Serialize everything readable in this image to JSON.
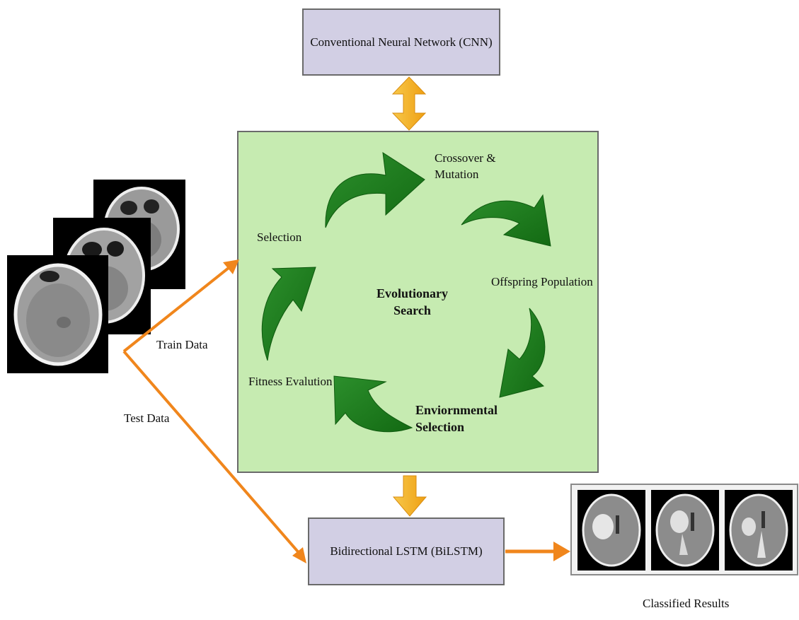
{
  "cnn": {
    "label": "Conventional Neural Network (CNN)"
  },
  "bilstm": {
    "label": "Bidirectional LSTM (BiLSTM)"
  },
  "evolution": {
    "center_title_line1": "Evolutionary",
    "center_title_line2": "Search",
    "stages": {
      "crossover_line1": "Crossover &",
      "crossover_line2": "Mutation",
      "offspring": "Offspring Population",
      "environmental_line1": "Enviornmental",
      "environmental_line2": "Selection",
      "fitness": "Fitness Evalution",
      "selection": "Selection"
    }
  },
  "inputs": {
    "train_label": "Train Data",
    "test_label": "Test Data"
  },
  "output": {
    "label": "Classified Results"
  },
  "colors": {
    "panel_green": "#c6ebb1",
    "cycle_arrow_green": "#1e7d1e",
    "box_lavender": "#d2cfe4",
    "flow_orange": "#f0861c",
    "connector_gold": "#f5b623"
  }
}
